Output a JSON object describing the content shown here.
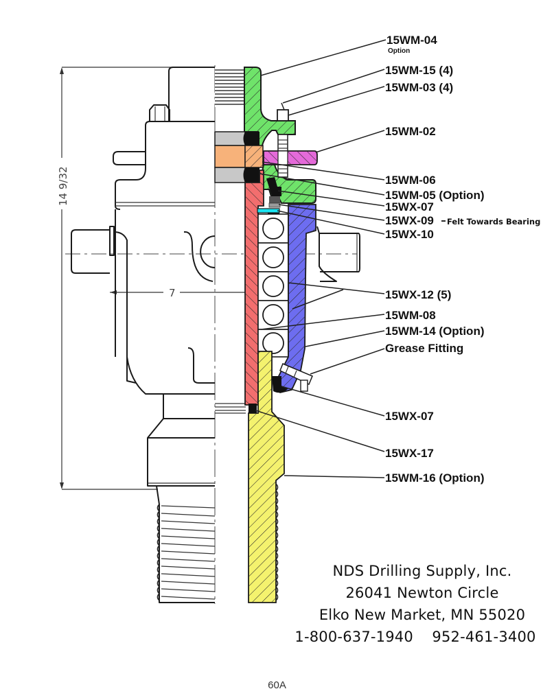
{
  "diagram": {
    "dimensions": {
      "height": "14  9/32",
      "width": "7"
    },
    "colors": {
      "cap_green": "#6fe36a",
      "nut_pink": "#e46ad9",
      "spacer_orange": "#f7b27a",
      "seal_gray": "#c8c8c8",
      "stem_red": "#f26e6e",
      "felt_cyan": "#19e3f0",
      "housing_blue": "#6d6df0",
      "sub_yellow": "#f4f26e",
      "black_seal": "#111111"
    },
    "callouts": [
      {
        "part": "15WM-04",
        "note": "Option"
      },
      {
        "part": "15WM-15 (4)"
      },
      {
        "part": "15WM-03 (4)"
      },
      {
        "part": "15WM-02"
      },
      {
        "part": "15WM-06"
      },
      {
        "part": "15WM-05  (Option)"
      },
      {
        "part": "15WX-07"
      },
      {
        "part": "15WX-09",
        "note": "Felt Towards Bearing"
      },
      {
        "part": "15WX-10"
      },
      {
        "part": "15WX-12 (5)"
      },
      {
        "part": "15WM-08"
      },
      {
        "part": "15WM-14 (Option)"
      },
      {
        "part": "Grease Fitting"
      },
      {
        "part": "15WX-07"
      },
      {
        "part": "15WX-17"
      },
      {
        "part": "15WM-16  (Option)"
      }
    ]
  },
  "company": {
    "name": "NDS Drilling Supply, Inc.",
    "street": "26041 Newton Circle",
    "city": "Elko New Market, MN 55020",
    "phones": "1-800-637-1940    952-461-3400"
  },
  "page_number": "60A"
}
